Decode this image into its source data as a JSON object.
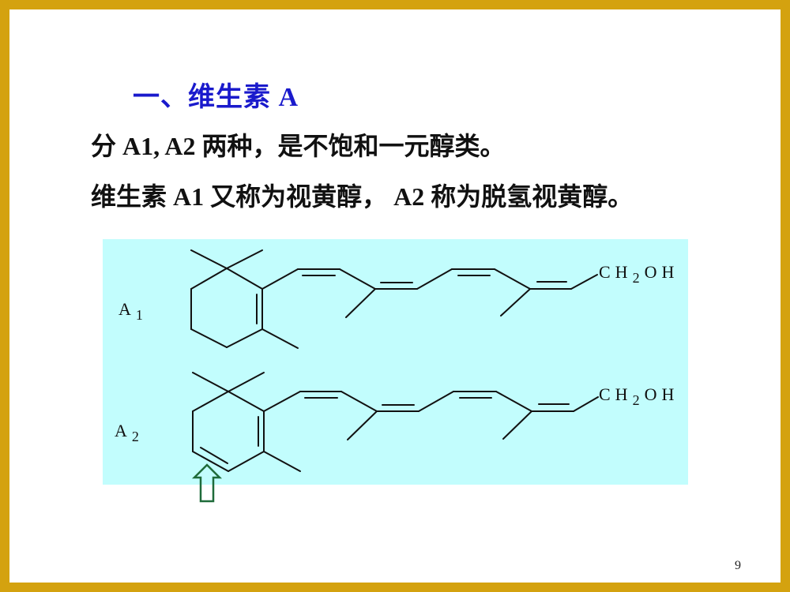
{
  "slide": {
    "title": "一、维生素 A",
    "lines": [
      "分 A1, A2 两种，是不饱和一元醇类。",
      "维生素 A1 又称为视黄醇， A2 称为脱氢视黄醇。"
    ],
    "page_number": "9"
  },
  "structures": [
    {
      "label": "A",
      "subscript": "1",
      "group": "CH",
      "group_sub": "2",
      "group_end": "OH"
    },
    {
      "label": "A",
      "subscript": "2",
      "group": "CH",
      "group_sub": "2",
      "group_end": "OH"
    }
  ],
  "annotation": {
    "arrow_icon": "up-arrow-outline",
    "arrow_color": "#1f6b3a"
  },
  "colors": {
    "border": "#d4a20f",
    "title": "#1a1acc",
    "panel": "#c2fdfd"
  }
}
